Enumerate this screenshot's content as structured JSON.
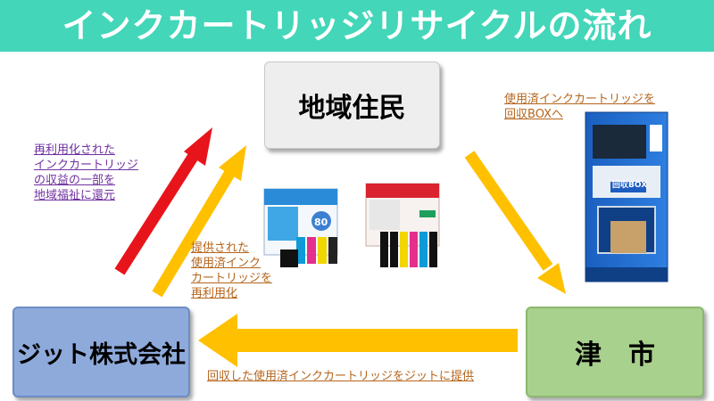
{
  "title": "インクカートリッジリサイクルの流れ",
  "nodes": {
    "residents": "地域住民",
    "jit": "ジット株式会社",
    "tsu": "津　市"
  },
  "notes": {
    "collect_box": "使用済インクカートリッジを\n回収BOXへ",
    "reinvest": "再利用化された\nインクカートリッジ\nの収益の一部を\n地域福祉に還元",
    "provided": "提供された\n使用済インク\nカートリッジを\n再利用化",
    "handover": "回収した使用済インクカートリッジをジットに提供"
  },
  "box_label": "回収BOX",
  "colors": {
    "banner": "#43d6b9",
    "red_arrow": "#e8141b",
    "yellow_arrow": "#ffc000"
  }
}
